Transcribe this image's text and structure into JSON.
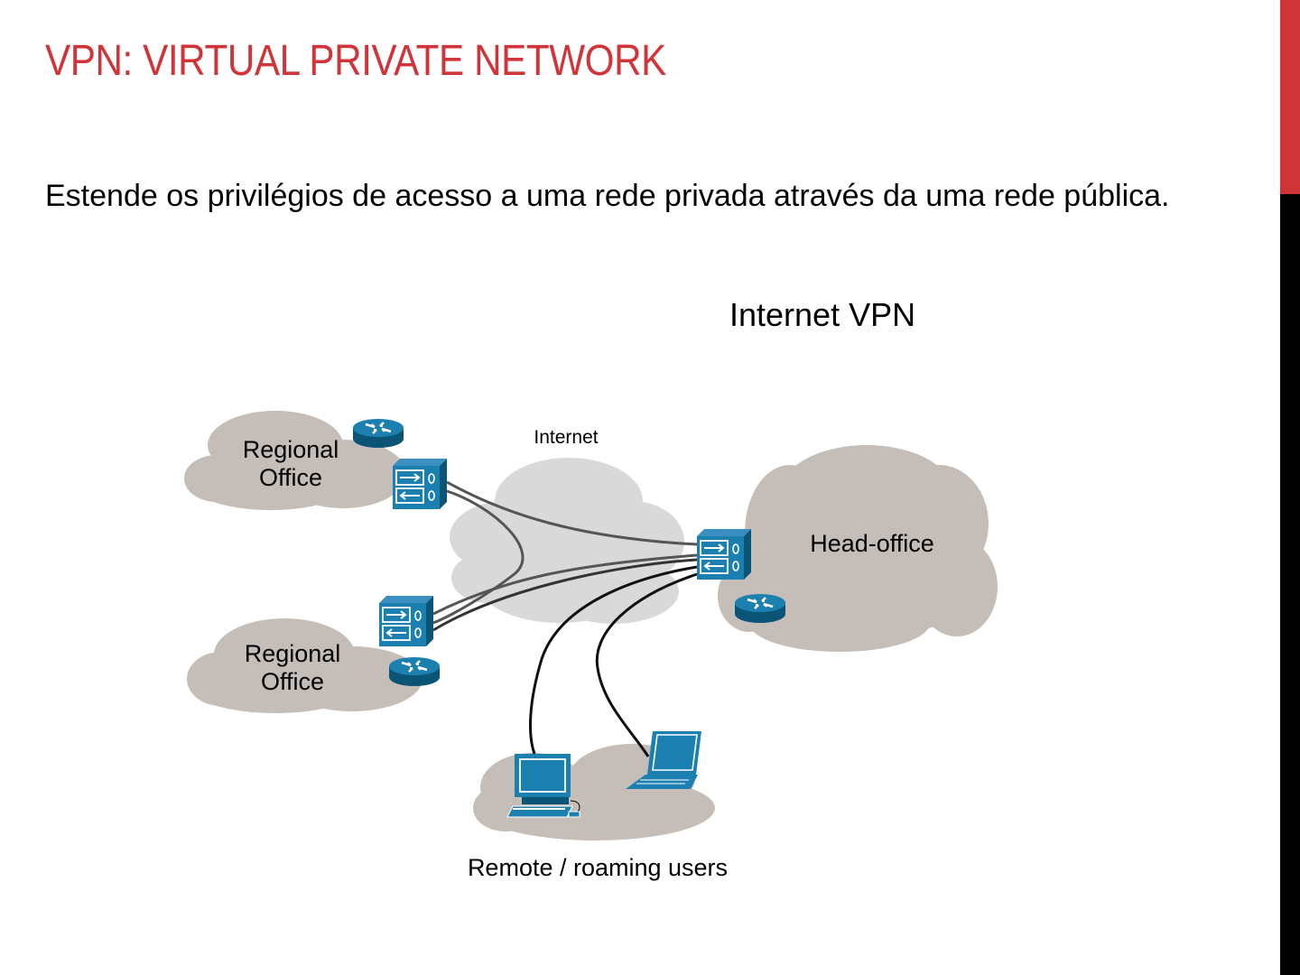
{
  "slide": {
    "title": "VPN: VIRTUAL PRIVATE NETWORK",
    "body": "Estende os privilégios de acesso a uma rede privada através da uma rede pública."
  },
  "diagram": {
    "title": "Internet VPN",
    "internet_label": "Internet",
    "regional_office_top": [
      "Regional",
      "Office"
    ],
    "regional_office_bottom": [
      "Regional",
      "Office"
    ],
    "head_office_label": "Head-office",
    "remote_label": "Remote / roaming users"
  },
  "colors": {
    "accent": "#d13438",
    "cloud_gray": "#c4bdb8",
    "internet_cloud": "#d9d9d9",
    "device_blue": "#0f6a96",
    "tunnel_line": "#555555"
  }
}
